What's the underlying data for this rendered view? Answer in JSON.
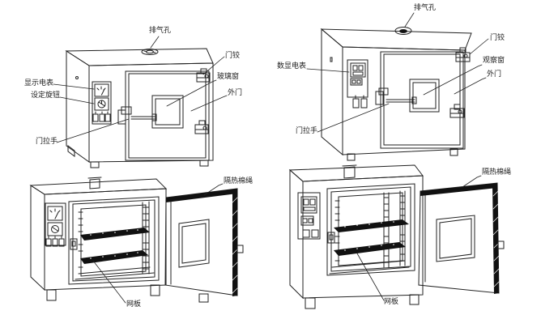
{
  "colors": {
    "background": "#ffffff",
    "line": "#222222",
    "shelf_fill": "#111111",
    "seal_fill": "#111111"
  },
  "views": {
    "top_left_closed": {
      "labels": {
        "exhaust_vent": "排气孔",
        "door_hinge": "门铰",
        "glass_window": "玻璃窗",
        "outer_door": "外门",
        "display_meter": "显示电表",
        "setting_knob": "设定旋钮",
        "door_handle": "门拉手"
      }
    },
    "top_right_closed": {
      "labels": {
        "exhaust_vent": "排气孔",
        "door_hinge": "门铰",
        "observation_window": "观察窗",
        "outer_door": "外门",
        "digital_meter": "数显电表",
        "door_handle": "门拉手"
      }
    },
    "bottom_left_open": {
      "labels": {
        "insulation_seal": "隔热棉绳",
        "mesh_shelf": "网板"
      }
    },
    "bottom_right_open": {
      "labels": {
        "insulation_seal": "隔热棉绳",
        "mesh_shelf": "网板"
      }
    }
  }
}
